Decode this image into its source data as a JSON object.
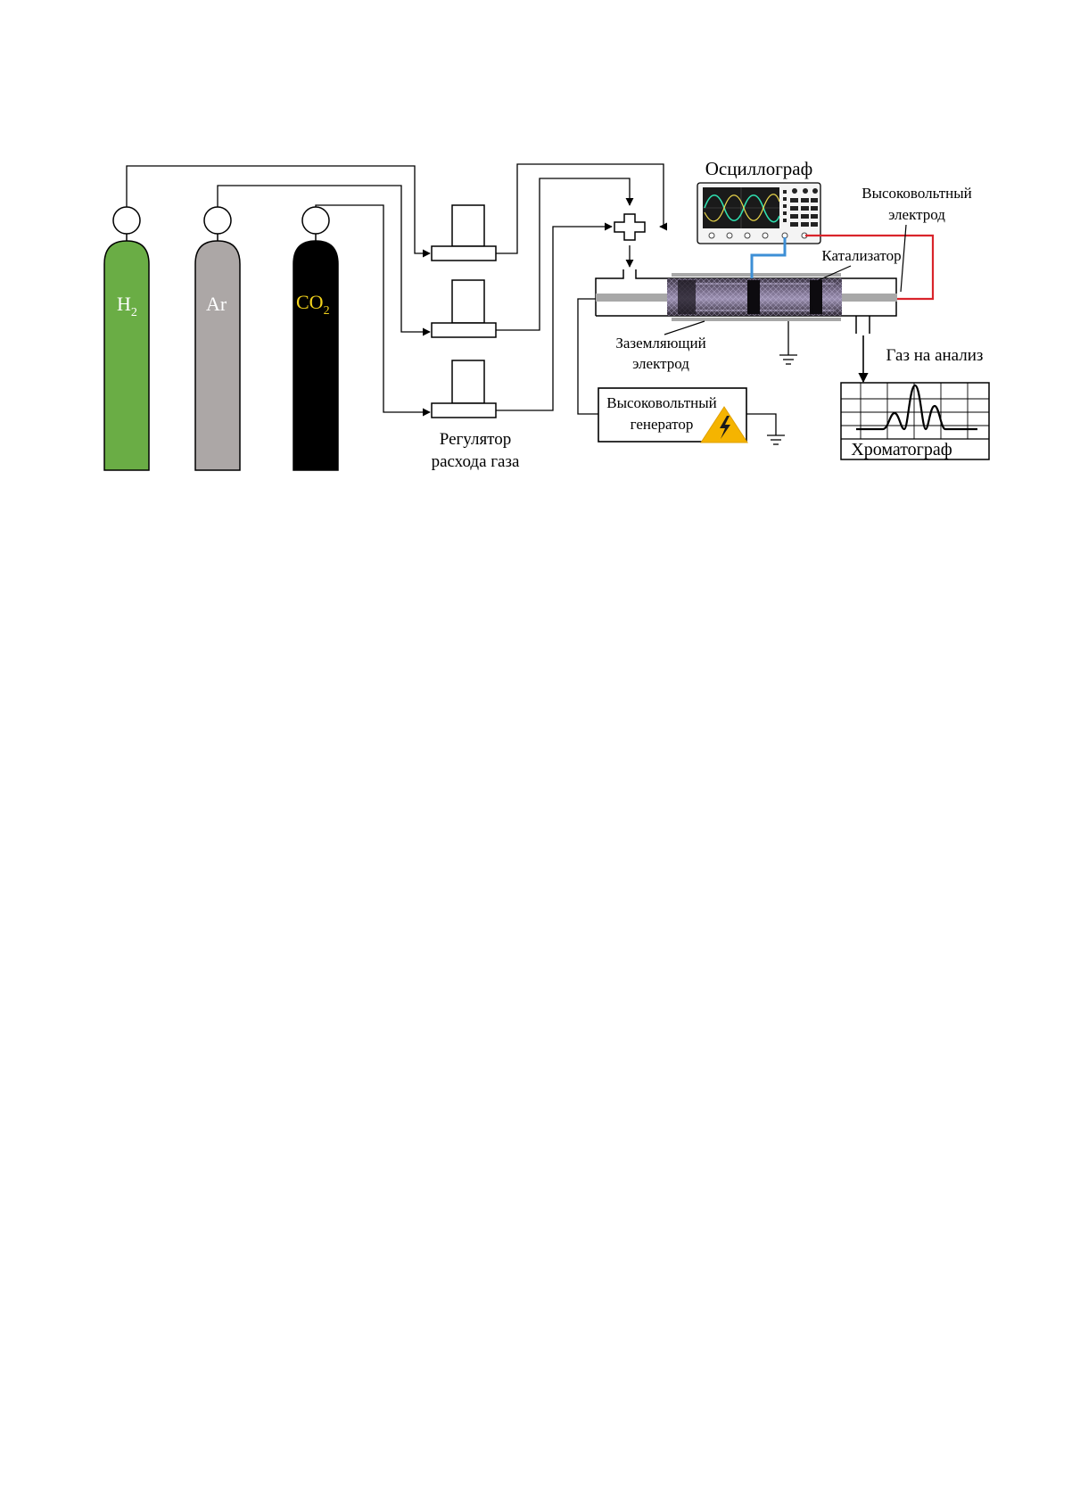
{
  "cylinders": [
    {
      "label_main": "H",
      "label_sub": "2",
      "body_color": "#6aad45",
      "text_color": "#ffffff"
    },
    {
      "label_main": "Ar",
      "label_sub": "",
      "body_color": "#aca7a6",
      "text_color": "#ffffff"
    },
    {
      "label_main": "CO",
      "label_sub": "2",
      "body_color": "#000000",
      "text_color": "#f2d21b"
    }
  ],
  "labels": {
    "flow_regulator_line1": "Регулятор",
    "flow_regulator_line2": "расхода газа",
    "oscilloscope": "Осциллограф",
    "hv_electrode_line1": "Высоковольтный",
    "hv_electrode_line2": "электрод",
    "catalyst": "Катализатор",
    "ground_electrode_line1": "Заземляющий",
    "ground_electrode_line2": "электрод",
    "gas_to_analysis": "Газ на анализ",
    "hv_generator_line1": "Высоковольтный",
    "hv_generator_line2": "генератор",
    "chromatograph": "Хроматограф"
  },
  "colors": {
    "line": "#000000",
    "probe_blue": "#3d8fd6",
    "hv_red": "#d9242b",
    "warning_yellow": "#f5b400",
    "electrode_gray": "#a8a8a8"
  },
  "icons": [
    "high-voltage-warning-icon",
    "ground-symbol-icon",
    "gas-mixer-cross-icon",
    "pressure-gauge-icon"
  ]
}
